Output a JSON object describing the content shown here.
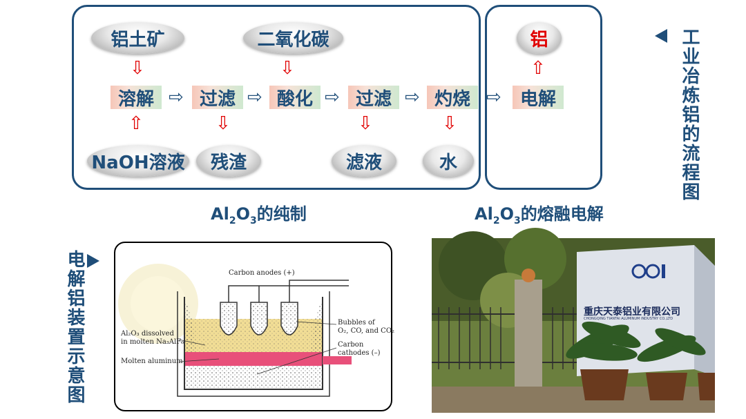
{
  "purification": {
    "inputs": {
      "bauxite": "铝土矿",
      "co2": "二氧化碳",
      "naoh": "NaOH溶液"
    },
    "steps": [
      "溶解",
      "过滤",
      "酸化",
      "过滤",
      "灼烧"
    ],
    "outputs": {
      "residue": "残渣",
      "filtrate": "滤液",
      "water": "水"
    },
    "caption": {
      "a": "Al",
      "s1": "2",
      "b": "O",
      "s2": "3",
      "c": "的纯制"
    }
  },
  "electrolysis": {
    "step": "电解",
    "product": "铝",
    "caption": {
      "a": "Al",
      "s1": "2",
      "b": "O",
      "s2": "3",
      "c": "的熔融电解"
    }
  },
  "titles": {
    "process": "工业冶炼铝的流程图",
    "device": "电解铝装置示意图"
  },
  "device_diagram": {
    "anodes": "Carbon anodes (+)",
    "dissolved_1": "Al₂O₃ dissolved",
    "dissolved_2": "in molten Na₃AlF₆",
    "bubbles_1": "Bubbles of",
    "bubbles_2": "O₂, CO, and CO₂",
    "cathodes_1": "Carbon",
    "cathodes_2": "cathodes (–)",
    "molten": "Molten aluminum"
  },
  "photo": {
    "company": "重庆天泰铝业有限公司",
    "company_en": "CHONGQING TIANTAI ALUMINUM INDUSTRY CO.,LTD",
    "logo": "ODI"
  },
  "colors": {
    "primary": "#1f4e79",
    "arrow": "#e00000"
  }
}
